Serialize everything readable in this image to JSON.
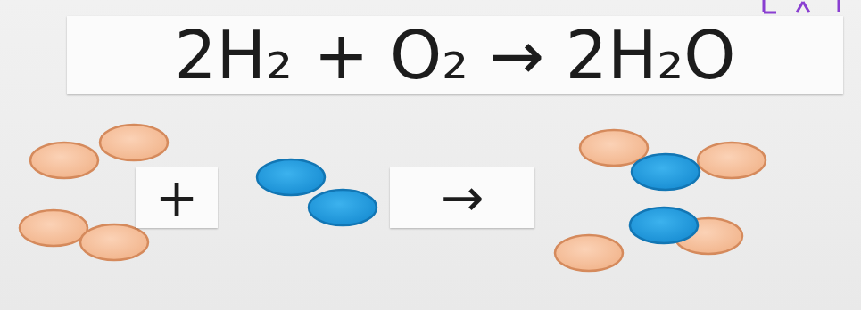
{
  "diagram": {
    "nodes": [
      {
        "text": [
          "2H₂ + O₂ → 2H₂O"
        ]
      },
      {
        "text": [
          "+"
        ]
      },
      {
        "text": [
          "→"
        ]
      }
    ]
  }
}
